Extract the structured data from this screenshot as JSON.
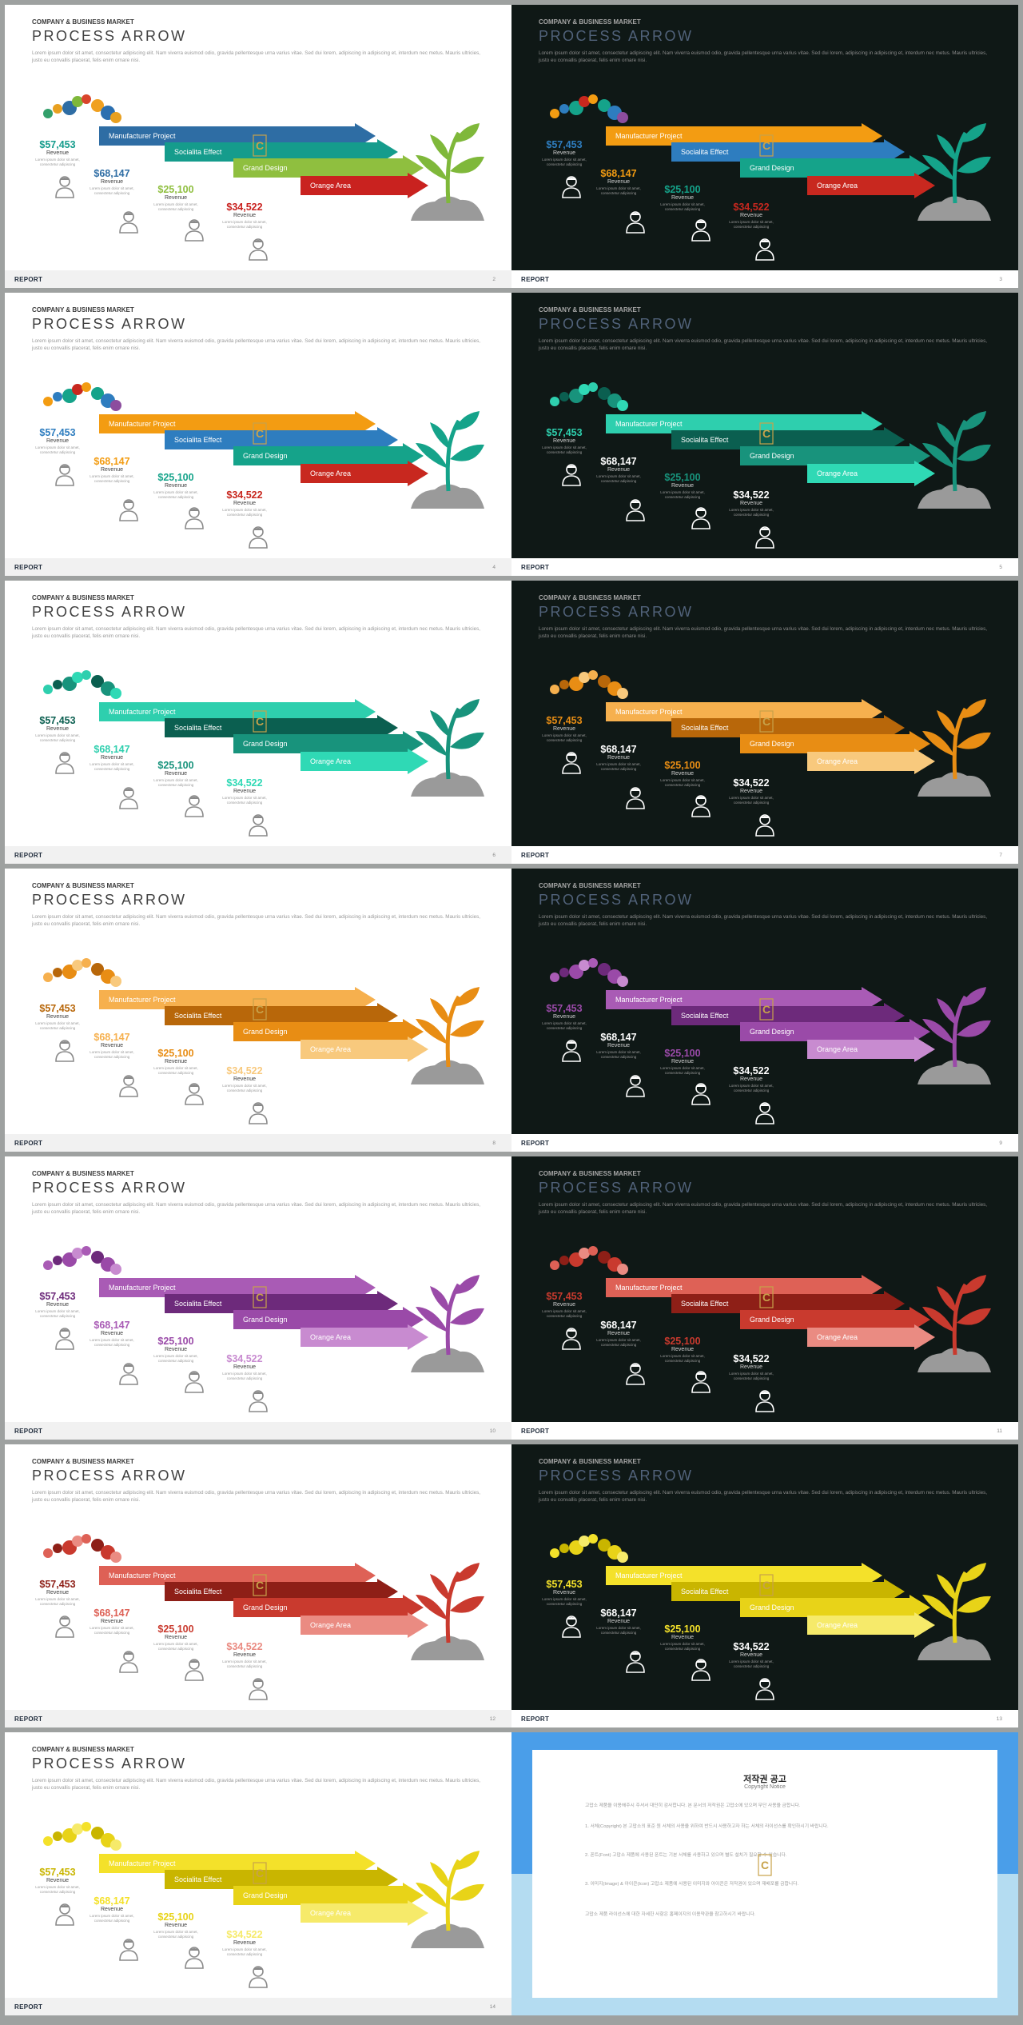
{
  "common": {
    "company": "COMPANY & BUSINESS MARKET",
    "title": "PROCESS ARROW",
    "description": "Lorem ipsum dolor sit amet, consectetur adipiscing elit. Nam viverra euismod odio, gravida pellentesque urna varius vitae. Sed dui lorem, adipiscing in adipiscing et, interdum nec metus. Mauris ultricies, justo eu convallis placerat, felis enim ornare nisi.",
    "arrows": [
      "Manufacturer Project",
      "Socialita Effect",
      "Grand Design",
      "Orange Area"
    ],
    "stats": [
      {
        "value": "$57,453",
        "label": "Revenue",
        "note": "Lorem ipsum dolor sit amet, consectetur adipiscing"
      },
      {
        "value": "$68,147",
        "label": "Revenue",
        "note": "Lorem ipsum dolor sit amet, consectetur adipiscing"
      },
      {
        "value": "$25,100",
        "label": "Revenue",
        "note": "Lorem ipsum dolor sit amet, consectetur adipiscing"
      },
      {
        "value": "$34,522",
        "label": "Revenue",
        "note": "Lorem ipsum dolor sit amet, consectetur adipiscing"
      }
    ],
    "footer_brand": "REPORT"
  },
  "slides": [
    {
      "page": "2",
      "theme": "light",
      "colors": [
        "#2e6da4",
        "#159c8c",
        "#8fbf3f",
        "#c9221f"
      ],
      "dots": [
        "#33a06b",
        "#e8a020",
        "#2e6da4",
        "#7fb83a",
        "#d9442b",
        "#f0a020",
        "#2b6fb0",
        "#e8a020"
      ],
      "plant": "#7fb83a",
      "valcolors": [
        "#159c8c",
        "#2e6da4",
        "#8fbf3f",
        "#c9221f"
      ]
    },
    {
      "page": "3",
      "theme": "dark",
      "colors": [
        "#f39c12",
        "#2e7dbf",
        "#15a38a",
        "#c8281f"
      ],
      "dots": [
        "#f39c12",
        "#2e7dbf",
        "#15a38a",
        "#c8281f",
        "#f39c12",
        "#15a38a",
        "#2e7dbf",
        "#8c4d9e"
      ],
      "plant": "#15a38a",
      "valcolors": [
        "#2e7dbf",
        "#f39c12",
        "#15a38a",
        "#c8281f"
      ]
    },
    {
      "page": "4",
      "theme": "light",
      "colors": [
        "#f39c12",
        "#2e7dbf",
        "#15a38a",
        "#c8281f"
      ],
      "dots": [
        "#f39c12",
        "#2e7dbf",
        "#15a38a",
        "#c8281f",
        "#f39c12",
        "#15a38a",
        "#2e7dbf",
        "#8c4d9e"
      ],
      "plant": "#15a38a",
      "valcolors": [
        "#2e7dbf",
        "#f39c12",
        "#15a38a",
        "#c8281f"
      ]
    },
    {
      "page": "5",
      "theme": "dark",
      "colors": [
        "#2ecfae",
        "#0b5f50",
        "#18937c",
        "#2fd9b5"
      ],
      "dots": [
        "#2ecfae",
        "#0b5f50",
        "#18937c",
        "#2fd9b5",
        "#2ecfae",
        "#0b5f50",
        "#18937c",
        "#2fd9b5"
      ],
      "plant": "#18937c",
      "valcolors": [
        "#2ecfae",
        "#ffffff",
        "#18937c",
        "#ffffff"
      ]
    },
    {
      "page": "6",
      "theme": "light",
      "colors": [
        "#2ecfae",
        "#0b5f50",
        "#18937c",
        "#2fd9b5"
      ],
      "dots": [
        "#2ecfae",
        "#0b5f50",
        "#18937c",
        "#2fd9b5",
        "#2ecfae",
        "#0b5f50",
        "#18937c",
        "#2fd9b5"
      ],
      "plant": "#18937c",
      "valcolors": [
        "#0b5f50",
        "#2ecfae",
        "#18937c",
        "#2fd9b5"
      ]
    },
    {
      "page": "7",
      "theme": "dark",
      "colors": [
        "#f6b04e",
        "#b8670a",
        "#e88d14",
        "#f8c97d"
      ],
      "dots": [
        "#f6b04e",
        "#b8670a",
        "#e88d14",
        "#f8c97d",
        "#f6b04e",
        "#b8670a",
        "#e88d14",
        "#f8c97d"
      ],
      "plant": "#e88d14",
      "valcolors": [
        "#e88d14",
        "#ffffff",
        "#e88d14",
        "#ffffff"
      ]
    },
    {
      "page": "8",
      "theme": "light",
      "colors": [
        "#f6b04e",
        "#b8670a",
        "#e88d14",
        "#f8c97d"
      ],
      "dots": [
        "#f6b04e",
        "#b8670a",
        "#e88d14",
        "#f8c97d",
        "#f6b04e",
        "#b8670a",
        "#e88d14",
        "#f8c97d"
      ],
      "plant": "#e88d14",
      "valcolors": [
        "#b8670a",
        "#f6b04e",
        "#e88d14",
        "#f8c97d"
      ]
    },
    {
      "page": "9",
      "theme": "dark",
      "colors": [
        "#a95bb5",
        "#6d2a7b",
        "#9a4aa8",
        "#c88bd0"
      ],
      "dots": [
        "#a95bb5",
        "#6d2a7b",
        "#9a4aa8",
        "#c88bd0",
        "#a95bb5",
        "#6d2a7b",
        "#9a4aa8",
        "#c88bd0"
      ],
      "plant": "#9a4aa8",
      "valcolors": [
        "#9a4aa8",
        "#ffffff",
        "#9a4aa8",
        "#ffffff"
      ]
    },
    {
      "page": "10",
      "theme": "light",
      "colors": [
        "#a95bb5",
        "#6d2a7b",
        "#9a4aa8",
        "#c88bd0"
      ],
      "dots": [
        "#a95bb5",
        "#6d2a7b",
        "#9a4aa8",
        "#c88bd0",
        "#a95bb5",
        "#6d2a7b",
        "#9a4aa8",
        "#c88bd0"
      ],
      "plant": "#9a4aa8",
      "valcolors": [
        "#6d2a7b",
        "#a95bb5",
        "#9a4aa8",
        "#c88bd0"
      ]
    },
    {
      "page": "11",
      "theme": "dark",
      "colors": [
        "#de6156",
        "#8e1f17",
        "#c93a2e",
        "#ea8b82"
      ],
      "dots": [
        "#de6156",
        "#8e1f17",
        "#c93a2e",
        "#ea8b82",
        "#de6156",
        "#8e1f17",
        "#c93a2e",
        "#ea8b82"
      ],
      "plant": "#c93a2e",
      "valcolors": [
        "#c93a2e",
        "#ffffff",
        "#c93a2e",
        "#ffffff"
      ]
    },
    {
      "page": "12",
      "theme": "light",
      "colors": [
        "#de6156",
        "#8e1f17",
        "#c93a2e",
        "#ea8b82"
      ],
      "dots": [
        "#de6156",
        "#8e1f17",
        "#c93a2e",
        "#ea8b82",
        "#de6156",
        "#8e1f17",
        "#c93a2e",
        "#ea8b82"
      ],
      "plant": "#c93a2e",
      "valcolors": [
        "#8e1f17",
        "#de6156",
        "#c93a2e",
        "#ea8b82"
      ]
    },
    {
      "page": "13",
      "theme": "dark",
      "colors": [
        "#f4e12a",
        "#c9b500",
        "#e8d318",
        "#f6ea6a"
      ],
      "dots": [
        "#f4e12a",
        "#c9b500",
        "#e8d318",
        "#f6ea6a",
        "#f4e12a",
        "#c9b500",
        "#e8d318",
        "#f6ea6a"
      ],
      "plant": "#e8d318",
      "valcolors": [
        "#f4e12a",
        "#ffffff",
        "#f4e12a",
        "#ffffff"
      ]
    },
    {
      "page": "14",
      "theme": "light",
      "colors": [
        "#f4e12a",
        "#c9b500",
        "#e8d318",
        "#f6ea6a"
      ],
      "dots": [
        "#f4e12a",
        "#c9b500",
        "#e8d318",
        "#f6ea6a",
        "#f4e12a",
        "#c9b500",
        "#e8d318",
        "#f6ea6a"
      ],
      "plant": "#e8d318",
      "valcolors": [
        "#c9b500",
        "#f4e12a",
        "#e8d318",
        "#f6ea6a"
      ]
    }
  ],
  "copyright": {
    "title": "저작권 공고",
    "subtitle": "Copyright Notice",
    "paragraphs": [
      "고맙소 제품을 이용해주시 주셔서 대단히 감사합니다. 본 문서의 저작권은 고맙소에 있으며 무단 사용을 금합니다.",
      "1. 서체(Copyright) 본 고맙소의 표준 원 서체의 사용을 위하여 반드시 사용하고자 하는 서체의 라이선스를 확인하시기 바랍니다.",
      "2. 폰트(Font) 고맙소 제품에 사용된 폰트는 기본 서체를 사용하고 있으며 별도 설치가 필요할 수 있습니다.",
      "3. 이미지(Image) & 아이콘(Icon) 고맙소 제품에 사용된 이미지와 아이콘은 저작권이 있으며 재배포를 금합니다.",
      "고맙소 제품 라이선스에 대한 자세한 사항은 홈페이지의 이용약관을 참고하시기 바랍니다."
    ]
  }
}
